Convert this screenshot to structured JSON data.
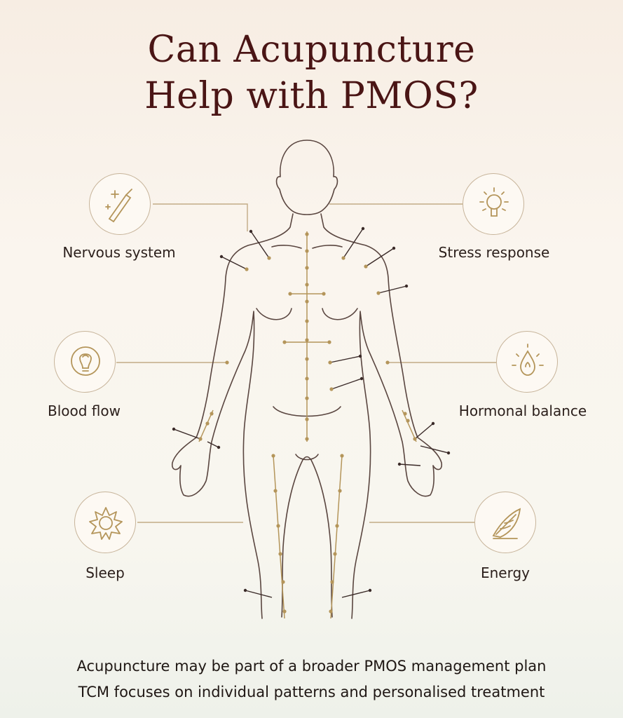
{
  "title": {
    "line1": "Can Acupuncture",
    "line2": "Help with PMOS?"
  },
  "benefits": [
    {
      "label": "Nervous system",
      "icon": "needle-sparkle-icon",
      "side": "left"
    },
    {
      "label": "Stress response",
      "icon": "radiant-bulb-icon",
      "side": "right"
    },
    {
      "label": "Blood flow",
      "icon": "flow-bulb-icon",
      "side": "left"
    },
    {
      "label": "Hormonal balance",
      "icon": "glowing-drop-icon",
      "side": "right"
    },
    {
      "label": "Sleep",
      "icon": "sun-flower-icon",
      "side": "left"
    },
    {
      "label": "Energy",
      "icon": "wing-leaf-icon",
      "side": "right"
    }
  ],
  "footer": {
    "line1": "Acupuncture may be part of a broader PMOS management plan",
    "line2": "TCM focuses on individual patterns and personalised treatment"
  },
  "colors": {
    "title": "#4a1515",
    "accent_gold": "#b4955a",
    "outline": "#5a4640",
    "needle": "#3a2a28"
  }
}
